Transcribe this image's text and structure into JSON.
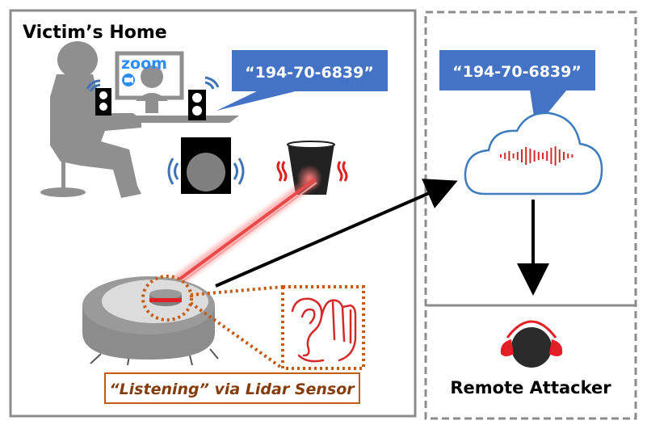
{
  "panels": {
    "victim_home": {
      "title": "Victim’s Home",
      "zoom_logo": "zoom",
      "speech_bubble": "“194-70-6839”",
      "caption": "“Listening” via Lidar Sensor"
    },
    "cloud": {
      "speech_bubble": "“194-70-6839”"
    },
    "attacker": {
      "label": "Remote Attacker"
    }
  },
  "colors": {
    "border_gray": "#8c8c8c",
    "bubble_blue": "#4472c4",
    "cloud_stroke": "#3d7bbf",
    "wave_blue": "#3f73b8",
    "laser_red": "#e84a4a",
    "heat_red": "#e02020",
    "orange_dotted": "#c55a11",
    "caption_brown": "#843c0c",
    "silhouette_gray": "#8f8f8f",
    "attacker_head": "#2b2b2b",
    "headphone_red": "#e31e24"
  },
  "icons": [
    "person-silhouette",
    "zoom-logo",
    "zoom-camera-icon",
    "speaker-icon",
    "subwoofer-icon",
    "sound-wave-icon",
    "cup-icon",
    "heat-wave-icon",
    "laser-beam",
    "robot-vacuum-icon",
    "lidar-sensor",
    "ear-hand-icon",
    "cloud-icon",
    "audio-waveform-icon",
    "arrow-icon",
    "attacker-headphones-icon"
  ]
}
